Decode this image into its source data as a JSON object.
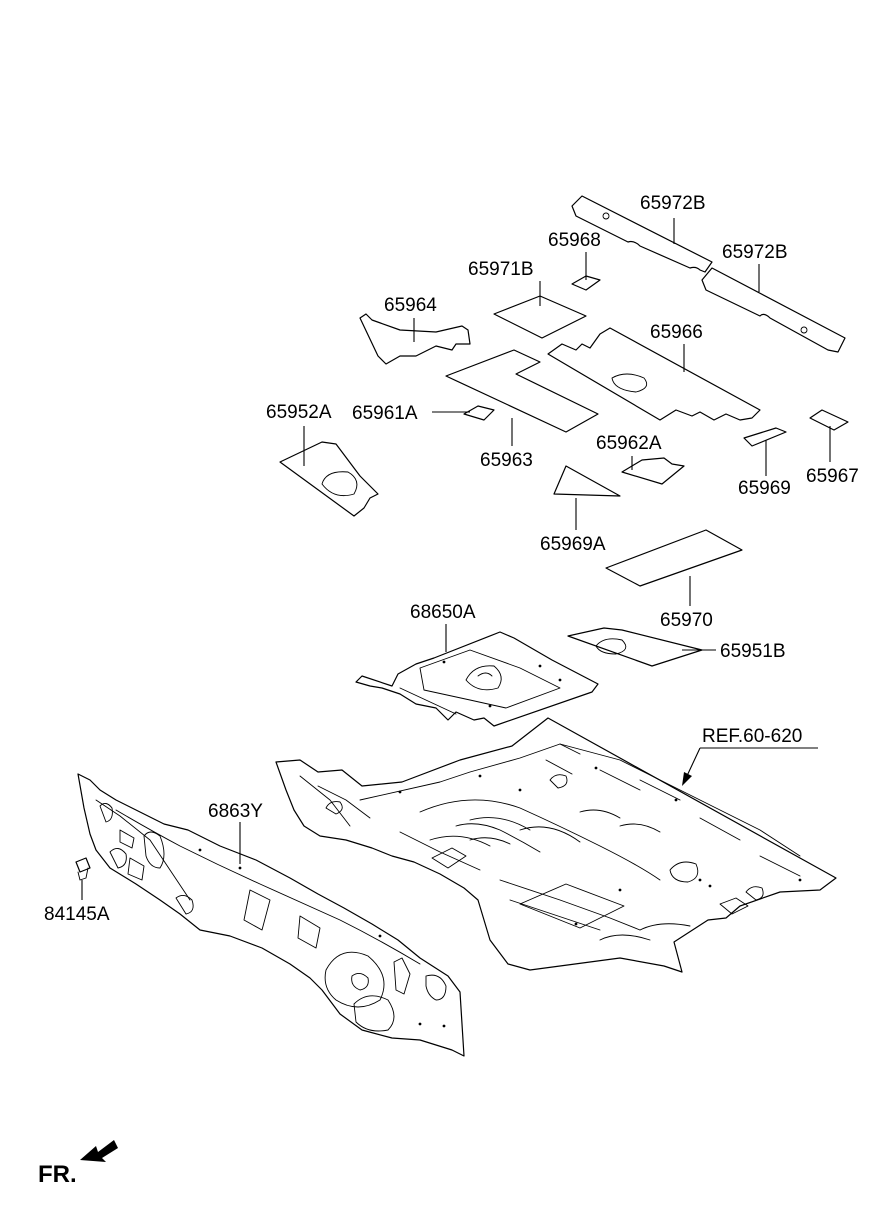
{
  "colors": {
    "line": "#000000",
    "background": "#ffffff"
  },
  "labels": {
    "p65972B_1": "65972B",
    "p65972B_2": "65972B",
    "p65968": "65968",
    "p65971B": "65971B",
    "p65964": "65964",
    "p65966": "65966",
    "p65952A": "65952A",
    "p65961A": "65961A",
    "p65963": "65963",
    "p65962A": "65962A",
    "p65969": "65969",
    "p65967": "65967",
    "p65969A": "65969A",
    "p65970": "65970",
    "p68650A": "68650A",
    "p65951B": "65951B",
    "ref": "REF.60-620",
    "p6863Y": "6863Y",
    "p84145A": "84145A",
    "fr": "FR."
  }
}
